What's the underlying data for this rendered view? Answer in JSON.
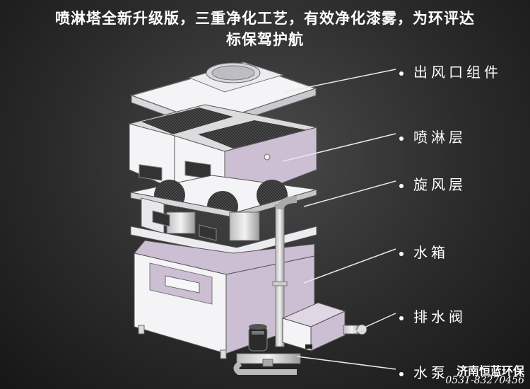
{
  "header": {
    "line1": "喷淋塔全新升级版，三重净化工艺，有效净化漆雾，为环评达",
    "line2": "标保驾护航"
  },
  "labels": {
    "outlet": "出风口组件",
    "spray": "喷淋层",
    "cyclone": "旋风层",
    "tank": "水箱",
    "drain_valve": "排水阀",
    "pump": "水泵"
  },
  "brand": {
    "name": "济南恒蓝环保",
    "phone": "0531-83270456"
  },
  "colors": {
    "panel_white": "#f4f4f6",
    "panel_lilac": "#cdbfd3",
    "panel_shadow": "#a99cb0",
    "background": "#2b2b2b"
  }
}
